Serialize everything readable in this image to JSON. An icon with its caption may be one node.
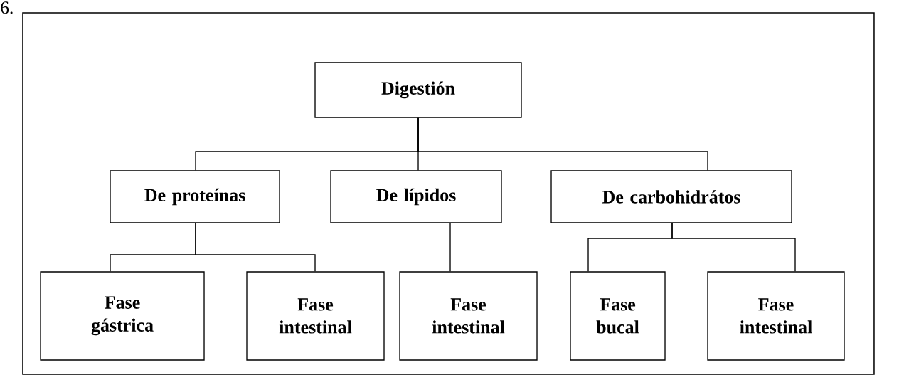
{
  "diagram": {
    "nodes": [
      {
        "text": [
          "Digestión"
        ]
      },
      {
        "text": [
          "De proteínas"
        ]
      },
      {
        "text": [
          "De lípidos"
        ]
      },
      {
        "text": [
          "De carbohidrátos"
        ]
      },
      {
        "text": [
          "Fase gástrica"
        ]
      },
      {
        "text": [
          "Fase intestinal"
        ]
      },
      {
        "text": [
          "Fase intestinal"
        ]
      },
      {
        "text": [
          "Fase bucal"
        ]
      },
      {
        "text": [
          "Fase intestinal"
        ]
      }
    ],
    "edges": [
      {
        "from": 0,
        "to": 1,
        "arrow": "none"
      },
      {
        "from": 0,
        "to": 2,
        "arrow": "none"
      },
      {
        "from": 0,
        "to": 3,
        "arrow": "none"
      },
      {
        "from": 1,
        "to": 4,
        "arrow": "none"
      },
      {
        "from": 1,
        "to": 5,
        "arrow": "none"
      },
      {
        "from": 2,
        "to": 6,
        "arrow": "none"
      },
      {
        "from": 3,
        "to": 7,
        "arrow": "none"
      },
      {
        "from": 3,
        "to": 8,
        "arrow": "none"
      }
    ],
    "labels": [
      "6."
    ]
  }
}
